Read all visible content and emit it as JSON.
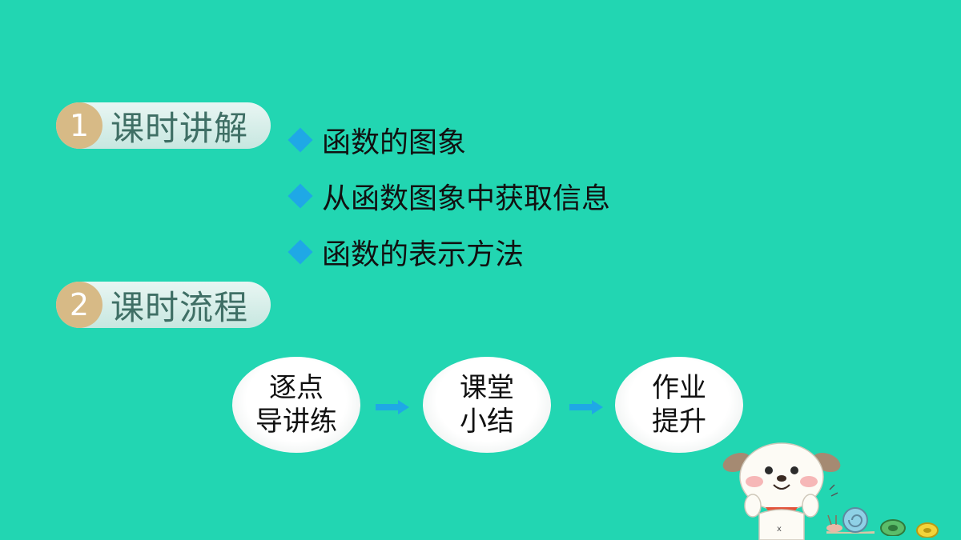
{
  "sections": [
    {
      "number": "1",
      "title": "课时讲解"
    },
    {
      "number": "2",
      "title": "课时流程"
    }
  ],
  "bullets": [
    "函数的图象",
    "从函数图象中获取信息",
    "函数的表示方法"
  ],
  "flow": [
    {
      "line1": "逐点",
      "line2": "导讲练"
    },
    {
      "line1": "课堂",
      "line2": "小结"
    },
    {
      "line1": "作业",
      "line2": "提升"
    }
  ],
  "colors": {
    "background": "#22d6b2",
    "number_badge": "#d7ba86",
    "bullet_diamond": "#1fa8e6",
    "arrow": "#1fa8e6"
  },
  "icons": {
    "bullet": "diamond-bullet-icon",
    "arrow": "right-arrow-icon",
    "mascot": "cartoon-dog-icon",
    "snail": "snail-icon"
  }
}
